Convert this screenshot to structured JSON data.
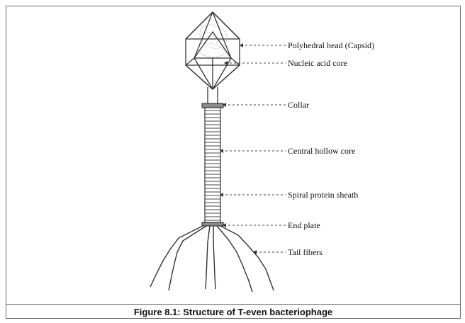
{
  "figure": {
    "caption": "Figure 8.1: Structure of T-even bacteriophage",
    "labels": {
      "head": "Polyhedral head (Capsid)",
      "nucleic_acid": "Nucleic acid core",
      "collar": "Collar",
      "hollow_core": "Central hollow core",
      "sheath": "Spiral protein sheath",
      "end_plate": "End plate",
      "tail_fibers": "Tail fibers"
    }
  },
  "colors": {
    "line": "#333333",
    "border": "#6a6a6a"
  }
}
